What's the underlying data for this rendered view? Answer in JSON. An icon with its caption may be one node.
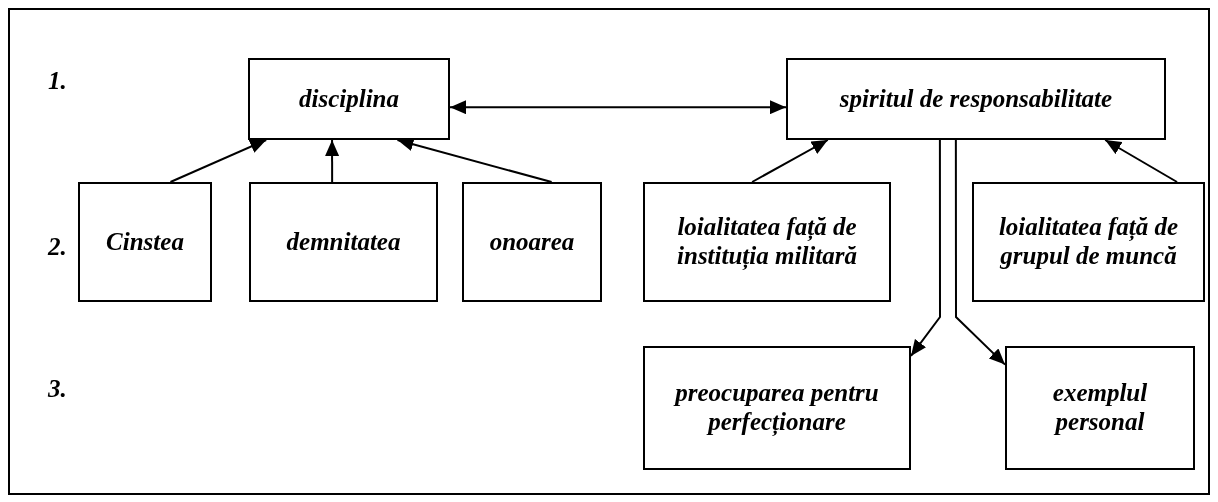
{
  "diagram": {
    "nodes": [
      {
        "text": [
          "disciplina"
        ]
      },
      {
        "text": [
          "spiritul de responsabilitate"
        ]
      },
      {
        "text": [
          "Cinstea"
        ]
      },
      {
        "text": [
          "demnitatea"
        ]
      },
      {
        "text": [
          "onoarea"
        ]
      },
      {
        "text": [
          "loialitatea față de instituția militară"
        ]
      },
      {
        "text": [
          "loialitatea față de grupul de muncă"
        ]
      },
      {
        "text": [
          "preocuparea pentru perfecționare"
        ]
      },
      {
        "text": [
          "exemplul personal"
        ]
      }
    ],
    "edges": [
      {
        "from": 0,
        "to": 1,
        "arrow": "both"
      },
      {
        "from": 2,
        "to": 0,
        "arrow": "to"
      },
      {
        "from": 3,
        "to": 0,
        "arrow": "to"
      },
      {
        "from": 4,
        "to": 0,
        "arrow": "to"
      },
      {
        "from": 5,
        "to": 1,
        "arrow": "to"
      },
      {
        "from": 6,
        "to": 1,
        "arrow": "to"
      },
      {
        "from": 1,
        "to": 7,
        "arrow": "to"
      },
      {
        "from": 1,
        "to": 8,
        "arrow": "to"
      }
    ],
    "labels": [
      "1.",
      "2.",
      "3."
    ]
  }
}
